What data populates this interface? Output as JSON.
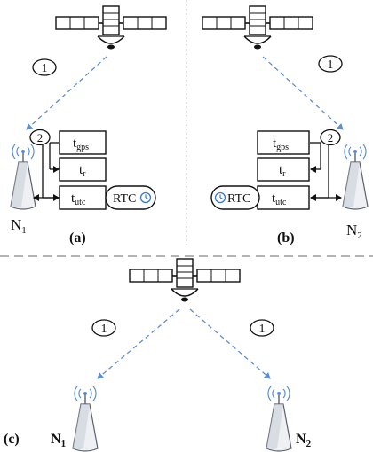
{
  "panels": {
    "a": {
      "label": "(a)",
      "node": "N",
      "node_sub": "1",
      "step1": "1",
      "step2": "2",
      "boxes": [
        {
          "base": "t",
          "sub": "gps"
        },
        {
          "base": "t",
          "sub": "r"
        },
        {
          "base": "t",
          "sub": "utc"
        }
      ],
      "rtc": "RTC"
    },
    "b": {
      "label": "(b)",
      "node": "N",
      "node_sub": "2",
      "step1": "1",
      "step2": "2",
      "boxes": [
        {
          "base": "t",
          "sub": "gps"
        },
        {
          "base": "t",
          "sub": "r"
        },
        {
          "base": "t",
          "sub": "utc"
        }
      ],
      "rtc": "RTC"
    },
    "c": {
      "label": "(c)",
      "node1": "N",
      "node1_sub": "1",
      "node2": "N",
      "node2_sub": "2",
      "step1_left": "1",
      "step1_right": "1"
    }
  },
  "colors": {
    "signal": "#5b8fd0",
    "clock_icon": "#3a78c8",
    "divider": "#9a9a9a",
    "ink": "#111111"
  },
  "icons": [
    "satellite-icon",
    "antenna-node-icon",
    "clock-icon"
  ]
}
